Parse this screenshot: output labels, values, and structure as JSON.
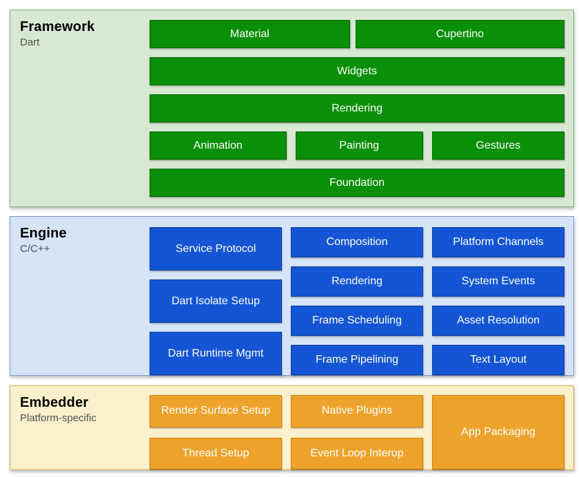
{
  "diagram": {
    "framework": {
      "title": "Framework",
      "subtitle": "Dart",
      "boxes": {
        "material": "Material",
        "cupertino": "Cupertino",
        "widgets": "Widgets",
        "rendering": "Rendering",
        "animation": "Animation",
        "painting": "Painting",
        "gestures": "Gestures",
        "foundation": "Foundation"
      }
    },
    "engine": {
      "title": "Engine",
      "subtitle": "C/C++",
      "boxes": {
        "service_protocol": "Service Protocol",
        "dart_isolate_setup": "Dart Isolate Setup",
        "dart_runtime_mgmt": "Dart Runtime Mgmt",
        "composition": "Composition",
        "rendering": "Rendering",
        "frame_scheduling": "Frame Scheduling",
        "frame_pipelining": "Frame Pipelining",
        "platform_channels": "Platform Channels",
        "system_events": "System Events",
        "asset_resolution": "Asset Resolution",
        "text_layout": "Text Layout"
      }
    },
    "embedder": {
      "title": "Embedder",
      "subtitle": "Platform-specific",
      "boxes": {
        "render_surface_setup": "Render Surface Setup",
        "thread_setup": "Thread Setup",
        "native_plugins": "Native Plugins",
        "event_loop_interop": "Event Loop Interop",
        "app_packaging": "App Packaging"
      }
    },
    "colors": {
      "framework_bg": "#d9e8d3",
      "framework_border": "#7caf6e",
      "framework_box": "#0a8f08",
      "framework_box_border": "#056605",
      "engine_bg": "#d6e4f8",
      "engine_border": "#7e99c6",
      "engine_box": "#1355d4",
      "engine_box_border": "#0d3d9e",
      "embedder_bg": "#fdf1cd",
      "embedder_border": "#dba647",
      "embedder_box": "#eda32b",
      "embedder_box_border": "#c9820a",
      "box_text": "#ffffff",
      "title_text": "#000000",
      "subtitle_text": "#4d4d4d"
    }
  }
}
